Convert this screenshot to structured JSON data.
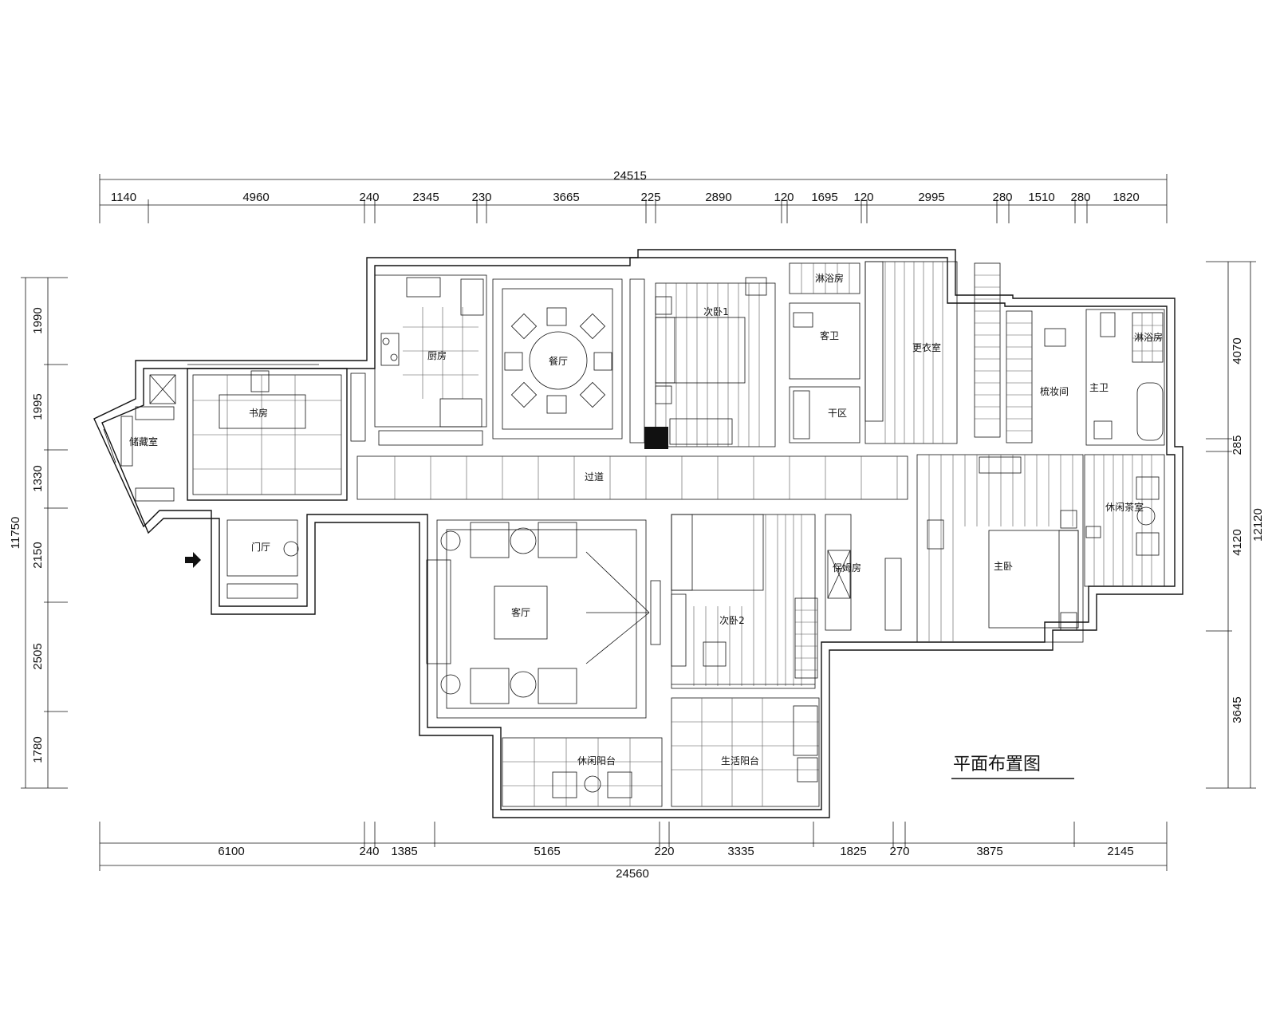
{
  "title": "平面布置图",
  "dimensions": {
    "top_total": "24515",
    "top": [
      "1140",
      "4960",
      "240",
      "2345",
      "230",
      "3665",
      "225",
      "2890",
      "120",
      "1695",
      "120",
      "2995",
      "280",
      "1510",
      "280",
      "1820"
    ],
    "bottom_total": "24560",
    "bottom": [
      "6100",
      "240",
      "1385",
      "5165",
      "220",
      "3335",
      "1825",
      "270",
      "3875",
      "2145"
    ],
    "left_total": "11750",
    "left": [
      "1990",
      "1995",
      "1330",
      "2150",
      "2505",
      "1780"
    ],
    "right_total": "12120",
    "right": [
      "4070",
      "285",
      "4120",
      "3645"
    ]
  },
  "rooms": {
    "study": "书房",
    "storage": "储藏室",
    "foyer": "门厅",
    "kitchen": "厨房",
    "dining": "餐厅",
    "bedroom2": "次卧1",
    "guest_bath": "客卫",
    "dry_area": "干区",
    "shower": "淋浴房",
    "wardrobe": "更衣室",
    "vanity": "梳妆间",
    "master_bath": "主卫",
    "master_shower": "淋浴房",
    "corridor": "过道",
    "living": "客厅",
    "bedroom3": "次卧2",
    "nanny": "保姆房",
    "master_bedroom": "主卧",
    "tea_room": "休闲茶室",
    "leisure_balcony": "休闲阳台",
    "service_balcony": "生活阳台"
  },
  "colors": {
    "line": "#111111",
    "background": "#ffffff"
  }
}
